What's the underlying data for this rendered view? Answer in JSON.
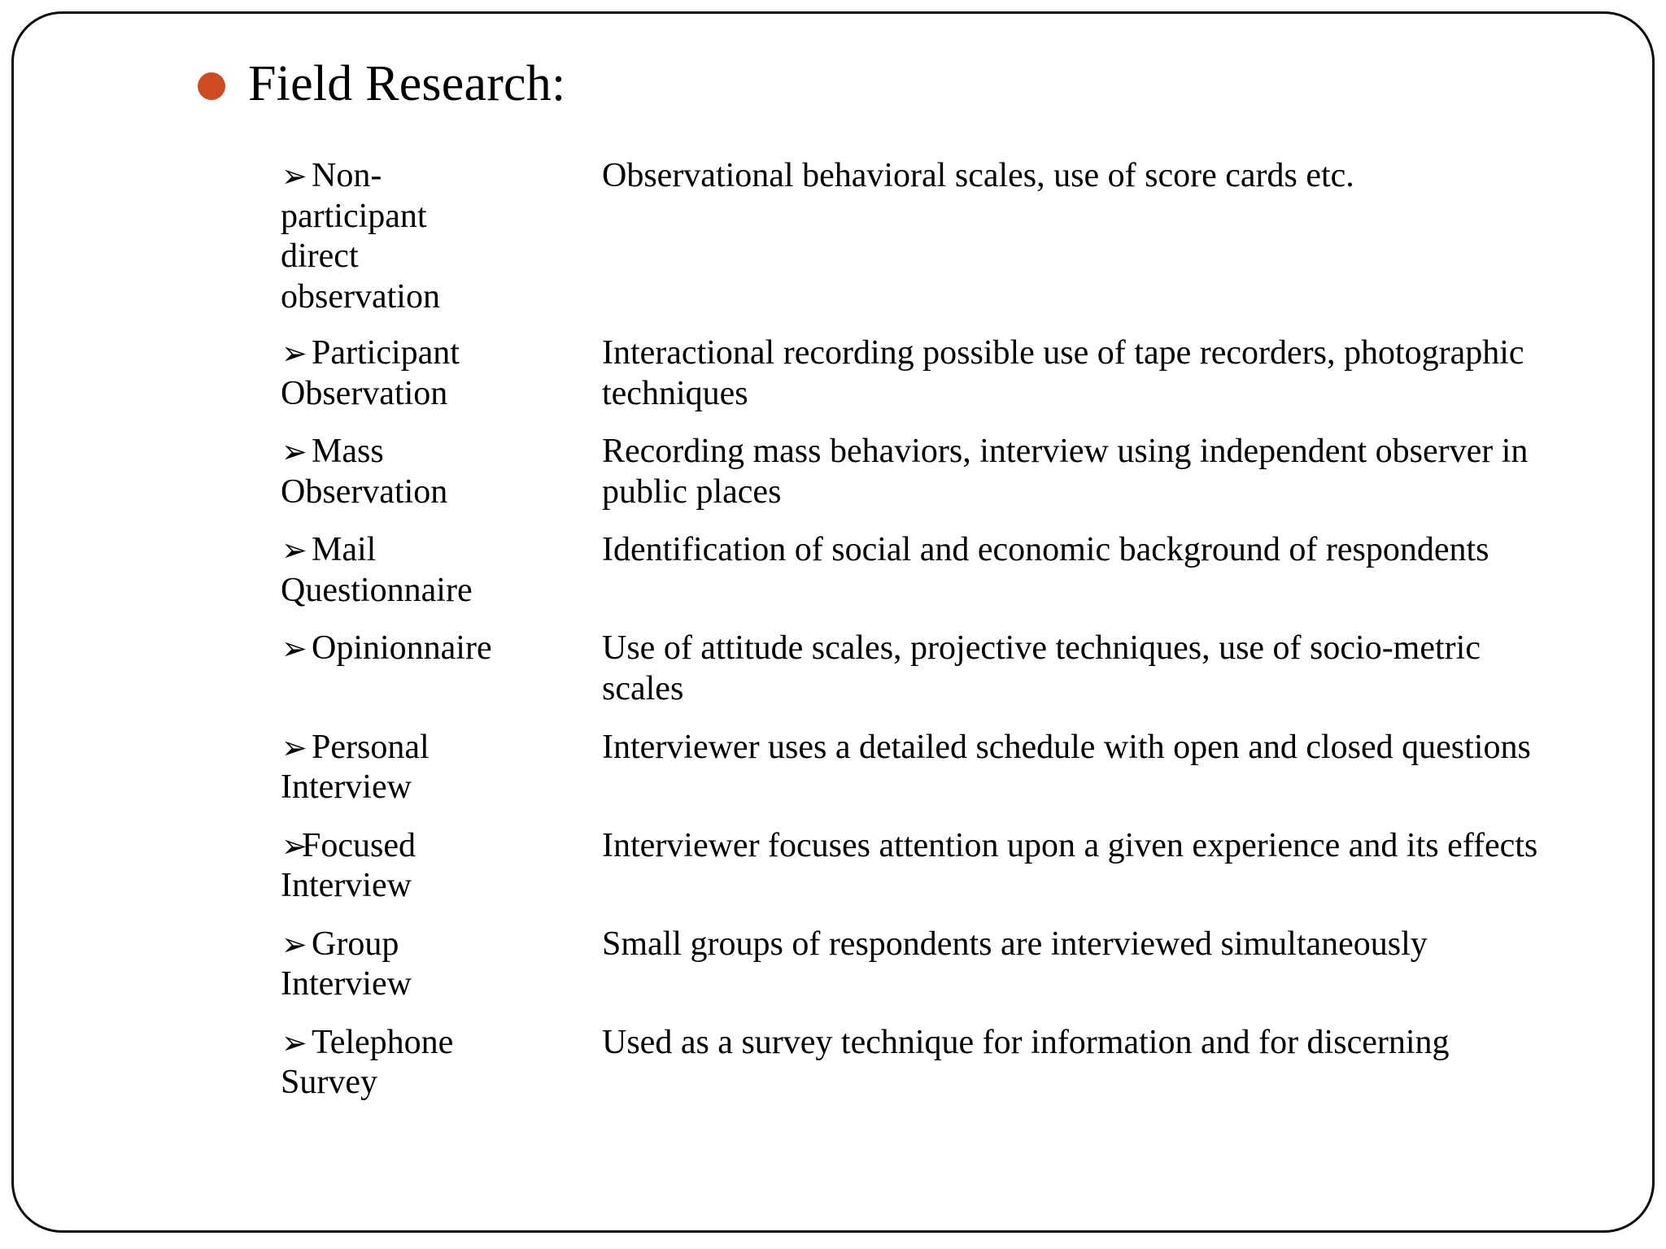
{
  "slide": {
    "title": "Field Research:",
    "title_bullet_color": "#CC4B20",
    "bullet_icon": "filled-circle-bullet",
    "arrow_glyph": "➢",
    "border_color": "#0B0B0B"
  },
  "rows": [
    {
      "term": "Non-participant direct observation",
      "description": "Observational behavioral scales, use of score cards etc."
    },
    {
      "term": "Participant Observation",
      "description": "Interactional recording possible use of tape recorders, photographic techniques"
    },
    {
      "term": "Mass Observation",
      "description": "Recording mass behaviors, interview using independent observer in public places"
    },
    {
      "term": "Mail Questionnaire",
      "description": "Identification of social and economic background of respondents"
    },
    {
      "term": "Opinionnaire",
      "description": "Use of attitude scales, projective techniques, use of socio-metric scales"
    },
    {
      "term": "Personal Interview",
      "description": "Interviewer uses a detailed schedule with open and closed questions"
    },
    {
      "term": "Focused Interview",
      "description": "Interviewer focuses attention upon a given experience and its effects"
    },
    {
      "term": "Group Interview",
      "description": "Small groups of respondents are interviewed simultaneously"
    },
    {
      "term": "Telephone Survey",
      "description": "Used as a survey technique for information and for discerning"
    }
  ]
}
